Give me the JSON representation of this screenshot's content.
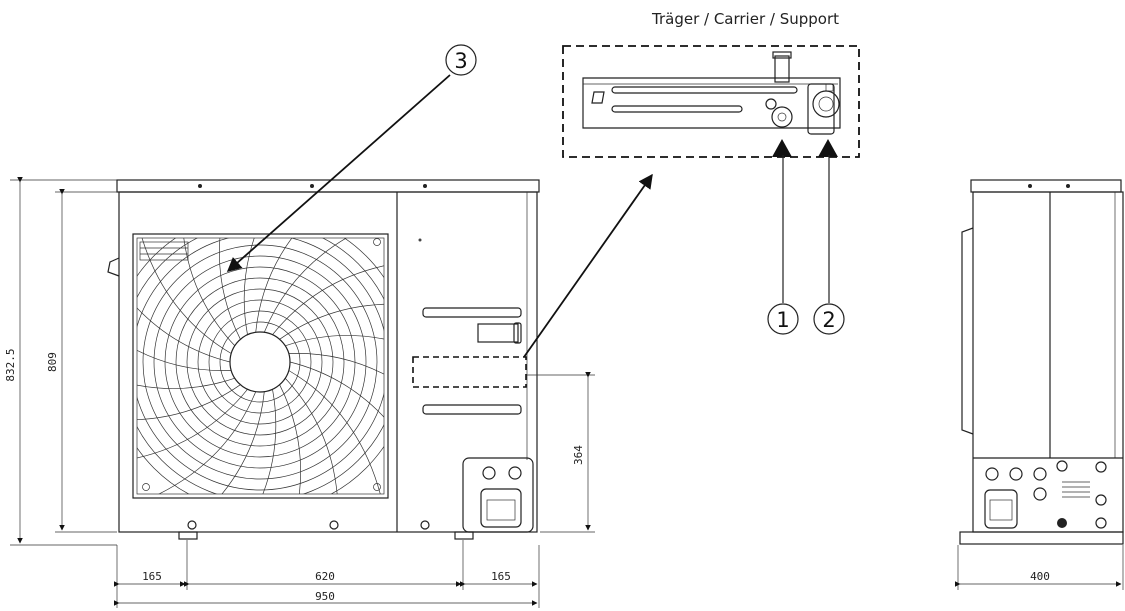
{
  "carrier_label": "Träger / Carrier / Support",
  "callouts": {
    "one": "1",
    "two": "2",
    "three": "3"
  },
  "dimensions": {
    "total_height": "832.5",
    "body_height": "809",
    "fitting_height": "364",
    "left_offset": "165",
    "mount_spacing": "620",
    "right_offset": "165",
    "total_width": "950",
    "depth": "400"
  }
}
